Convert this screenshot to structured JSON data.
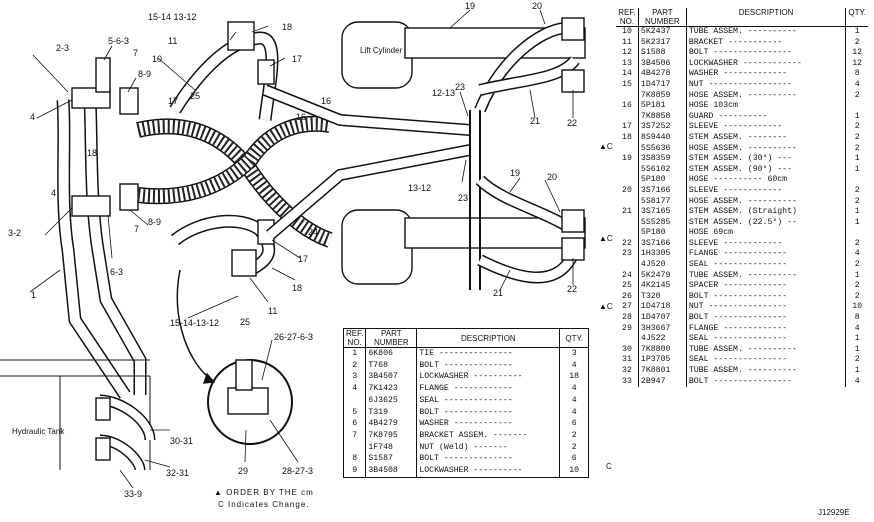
{
  "callouts": {
    "c1": "15-14 13-12",
    "c2": "11",
    "c3": "18",
    "c4": "2-3",
    "c5": "5-6-3",
    "c6": "7",
    "c7": "8-9",
    "c8": "4",
    "c9": "10",
    "c10": "17",
    "c11": "17",
    "c12": "25",
    "c13": "16",
    "c14": "16",
    "c15": "18",
    "c16": "4",
    "c17": "3-2",
    "c18": "7",
    "c19": "8-9",
    "c20": "6-3",
    "c21": "1",
    "c22": "24",
    "c23": "17",
    "c24": "18",
    "c25": "15-14-13-12",
    "c26": "25",
    "c27": "11",
    "c28": "19",
    "c29": "20",
    "c30": "21",
    "c31": "22",
    "c32": "12-13",
    "c33": "23",
    "c34": "13-12",
    "c35": "23",
    "c36": "19",
    "c37": "20",
    "c38": "21",
    "c39": "22",
    "c40": "26-27-6-3",
    "c41": "29",
    "c42": "28-27-3",
    "c43": "30-31",
    "c44": "32-31",
    "c45": "33-9"
  },
  "labels": {
    "lift_cylinder": "Lift Cylinder",
    "hydraulic_tank": "Hydraulic Tank"
  },
  "notes": {
    "order_note": "ORDER BY THE cm",
    "change_note": "C Indicates Change."
  },
  "figure_id": "J12929E",
  "right_table": {
    "headers": {
      "ref": "REF. NO.",
      "part": "PART NUMBER",
      "desc": "DESCRIPTION",
      "qty": "QTY."
    },
    "rows": [
      {
        "ref": "10",
        "part": "5K2437",
        "desc": "TUBE ASSEM. ----------",
        "qty": "1"
      },
      {
        "ref": "11",
        "part": "5K2317",
        "desc": "BRACKET -----------",
        "qty": "2"
      },
      {
        "ref": "12",
        "part": "S1588",
        "desc": "BOLT ----------------",
        "qty": "12"
      },
      {
        "ref": "13",
        "part": "3B4506",
        "desc": "LOCKWASHER ------------",
        "qty": "12"
      },
      {
        "ref": "14",
        "part": "4B4278",
        "desc": "WASHER -------------",
        "qty": "8"
      },
      {
        "ref": "15",
        "part": "1D4717",
        "desc": "NUT -----------------",
        "qty": "4"
      },
      {
        "ref": "",
        "part": "7K8859",
        "desc": "HOSE ASSEM. ----------",
        "qty": "2"
      },
      {
        "ref": "16",
        "part": "5P181",
        "desc": "HOSE         103cm",
        "qty": ""
      },
      {
        "ref": "",
        "part": "7K8858",
        "desc": "GUARD ----------",
        "qty": "1"
      },
      {
        "ref": "17",
        "part": "3S7252",
        "desc": "SLEEVE ------------",
        "qty": "2"
      },
      {
        "ref": "18",
        "part": "8S9440",
        "desc": "STEM ASSEM. --------",
        "qty": "2"
      },
      {
        "ref": "",
        "part": "5S5636",
        "desc": "HOSE ASSEM. ----------",
        "qty": "2"
      },
      {
        "ref": "19",
        "part": "3S8359",
        "desc": "STEM ASSEM. (30°) ---",
        "qty": "1"
      },
      {
        "ref": "",
        "part": "5S6102",
        "desc": "STEM ASSEM. (90°) ---",
        "qty": "1"
      },
      {
        "ref": "",
        "part": "5P180",
        "desc": "HOSE ---------- 60cm",
        "qty": ""
      },
      {
        "ref": "20",
        "part": "3S7166",
        "desc": "SLEEVE ------------",
        "qty": "2"
      },
      {
        "ref": "",
        "part": "5S8177",
        "desc": "HOSE ASSEM. ----------",
        "qty": "2"
      },
      {
        "ref": "21",
        "part": "3S7165",
        "desc": "STEM ASSEM. (Straight)",
        "qty": "1"
      },
      {
        "ref": "",
        "part": "5S5285",
        "desc": "STEM ASSEM. (22.5°) --",
        "qty": "1"
      },
      {
        "ref": "",
        "part": "5P180",
        "desc": "HOSE          69cm",
        "qty": ""
      },
      {
        "ref": "22",
        "part": "3S7166",
        "desc": "SLEEVE ------------",
        "qty": "2"
      },
      {
        "ref": "23",
        "part": "1H3305",
        "desc": "FLANGE -------------",
        "qty": "4"
      },
      {
        "ref": "",
        "part": "4J520",
        "desc": "SEAL ---------------",
        "qty": "2"
      },
      {
        "ref": "24",
        "part": "5K2479",
        "desc": "TUBE ASSEM. ----------",
        "qty": "1"
      },
      {
        "ref": "25",
        "part": "4K2145",
        "desc": "SPACER -------------",
        "qty": "2"
      },
      {
        "ref": "26",
        "part": "T320",
        "desc": "BOLT ---------------",
        "qty": "2"
      },
      {
        "ref": "27",
        "part": "1D4718",
        "desc": "NUT ----------------",
        "qty": "10"
      },
      {
        "ref": "28",
        "part": "1D4707",
        "desc": "BOLT ---------------",
        "qty": "8"
      },
      {
        "ref": "29",
        "part": "3H3667",
        "desc": "FLANGE -------------",
        "qty": "4"
      },
      {
        "ref": "",
        "part": "4J522",
        "desc": "SEAL ---------------",
        "qty": "1"
      },
      {
        "ref": "30",
        "part": "7K8800",
        "desc": "TUBE ASSEM. ----------",
        "qty": "1"
      },
      {
        "ref": "31",
        "part": "1P3705",
        "desc": "SEAL ---------------",
        "qty": "2"
      },
      {
        "ref": "32",
        "part": "7K8801",
        "desc": "TUBE ASSEM. ----------",
        "qty": "1"
      },
      {
        "ref": "33",
        "part": "2B947",
        "desc": "BOLT ----------------",
        "qty": "4"
      }
    ]
  },
  "bottom_table": {
    "headers": {
      "ref": "REF. NO.",
      "part": "PART NUMBER",
      "desc": "DESCRIPTION",
      "qty": "QTY."
    },
    "rows": [
      {
        "ref": "1",
        "part": "6K806",
        "desc": "TIE ---------------",
        "qty": "3"
      },
      {
        "ref": "2",
        "part": "T768",
        "desc": "BOLT --------------",
        "qty": "4"
      },
      {
        "ref": "3",
        "part": "3B4507",
        "desc": "LOCKWASHER ----------",
        "qty": "18"
      },
      {
        "ref": "4",
        "part": "7K1423",
        "desc": "FLANGE ------------",
        "qty": "4"
      },
      {
        "ref": "",
        "part": "6J3625",
        "desc": "SEAL --------------",
        "qty": "4"
      },
      {
        "ref": "5",
        "part": "T319",
        "desc": "BOLT --------------",
        "qty": "4"
      },
      {
        "ref": "6",
        "part": "4B4279",
        "desc": "WASHER ------------",
        "qty": "6"
      },
      {
        "ref": "7",
        "part": "7K8795",
        "desc": "BRACKET ASSEM. -------",
        "qty": "2"
      },
      {
        "ref": "",
        "part": "1F748",
        "desc": "  NUT (Weld) -------",
        "qty": "2"
      },
      {
        "ref": "8",
        "part": "S1587",
        "desc": "BOLT --------------",
        "qty": "6"
      },
      {
        "ref": "9",
        "part": "3B4508",
        "desc": "LOCKWASHER ----------",
        "qty": "10"
      }
    ]
  },
  "markers": {
    "m16": "▲C",
    "m19": "▲C",
    "m21": "▲C",
    "m30": "C"
  }
}
